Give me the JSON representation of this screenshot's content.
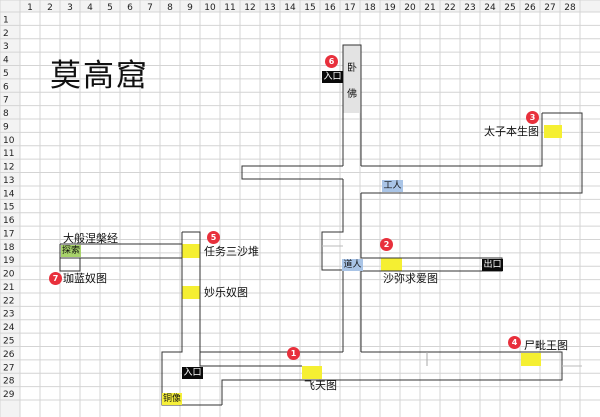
{
  "title": "莫高窟",
  "columns": [
    "1",
    "2",
    "3",
    "4",
    "5",
    "6",
    "7",
    "8",
    "9",
    "10",
    "11",
    "12",
    "13",
    "14",
    "15",
    "16",
    "17",
    "18",
    "19",
    "20",
    "21",
    "22",
    "23",
    "24",
    "25",
    "26",
    "27",
    "28"
  ],
  "rows": [
    "1",
    "2",
    "3",
    "4",
    "5",
    "6",
    "7",
    "8",
    "9",
    "10",
    "11",
    "12",
    "13",
    "14",
    "15",
    "16",
    "17",
    "18",
    "19",
    "20",
    "21",
    "22",
    "23",
    "24",
    "25",
    "26",
    "27",
    "28",
    "29"
  ],
  "tags": {
    "entrance_top": "入口",
    "entrance_bottom": "入口",
    "exit": "出口",
    "worker": "工人",
    "pilgrim": "道人",
    "explore": "探索",
    "bronze_statue": "铜像"
  },
  "buddha": [
    "卧",
    "佛"
  ],
  "markers": [
    {
      "num": "1",
      "label": "飞天图"
    },
    {
      "num": "2",
      "label": "沙弥求爱图"
    },
    {
      "num": "3",
      "label": "太子本生图"
    },
    {
      "num": "4",
      "label": "尸毗王图"
    },
    {
      "num": "5",
      "label": "任务三沙堆"
    },
    {
      "num": "6",
      "label": ""
    },
    {
      "num": "7",
      "label": "珈蓝奴图"
    }
  ],
  "labels": {
    "sutra": "大般涅槃经",
    "miaole": "妙乐奴图"
  },
  "colors": {
    "marker": "#e8303c",
    "hotspot": "#f5ef32",
    "wall": "#333333",
    "grid": "#d4d4d4"
  }
}
